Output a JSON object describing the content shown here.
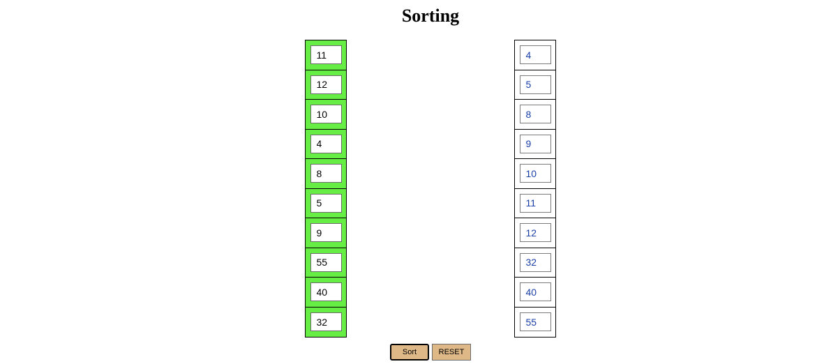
{
  "page": {
    "title": "Sorting"
  },
  "unsorted": {
    "values": [
      "11",
      "12",
      "10",
      "4",
      "8",
      "5",
      "9",
      "55",
      "40",
      "32"
    ],
    "background_color": "#66ee44"
  },
  "sorted": {
    "values": [
      "4",
      "5",
      "8",
      "9",
      "10",
      "11",
      "12",
      "32",
      "40",
      "55"
    ],
    "text_color": "#1a3fa8"
  },
  "controls": {
    "sort_label": "Sort",
    "reset_label": "RESET",
    "button_color": "#deb887"
  }
}
